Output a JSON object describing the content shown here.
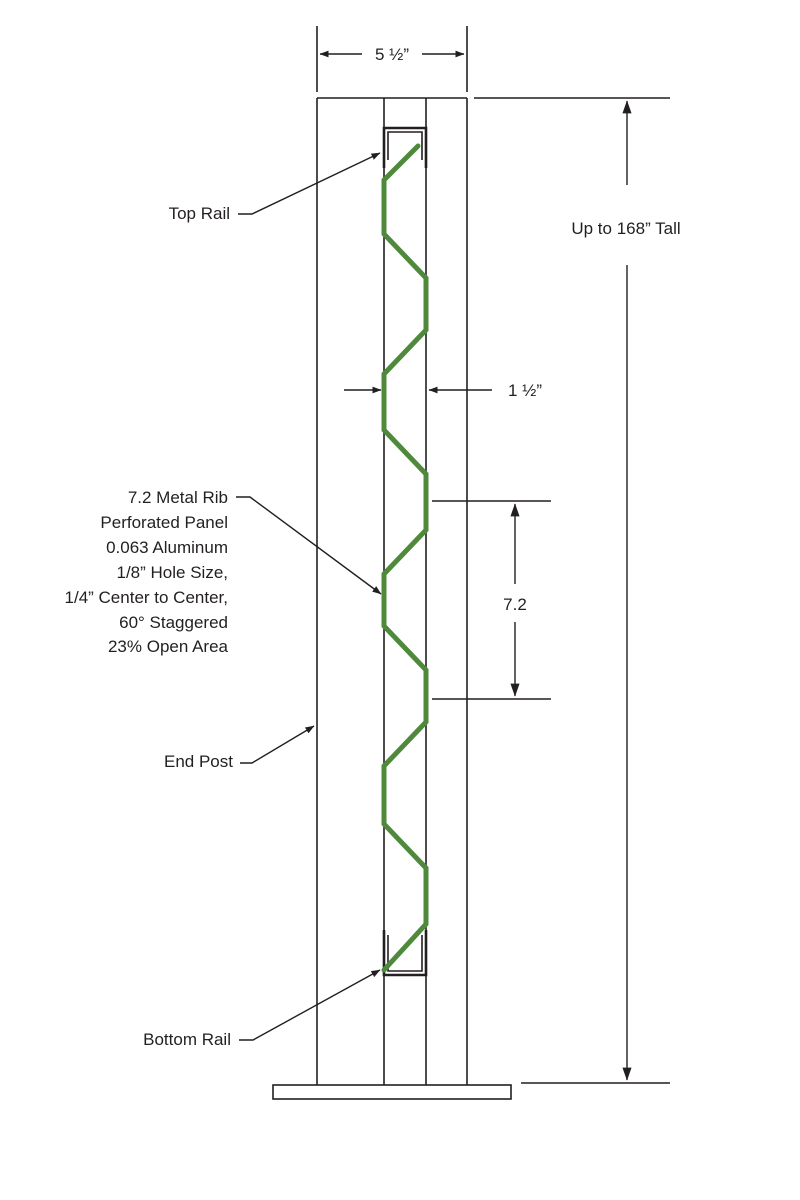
{
  "colors": {
    "panel": "#4f8a3c",
    "line": "#231f20",
    "background": "#ffffff"
  },
  "dimensions": {
    "width": "5 ½”",
    "panel_depth": "1 ½”",
    "height": "Up to 168” Tall",
    "rib_spacing": "7.2"
  },
  "labels": {
    "top_rail": "Top Rail",
    "panel": [
      "7.2 Metal Rib",
      "Perforated Panel",
      "0.063 Aluminum",
      "1/8” Hole Size,",
      "1/4” Center to Center,",
      "60° Staggered",
      "23% Open Area"
    ],
    "end_post": "End Post",
    "bottom_rail": "Bottom Rail"
  }
}
